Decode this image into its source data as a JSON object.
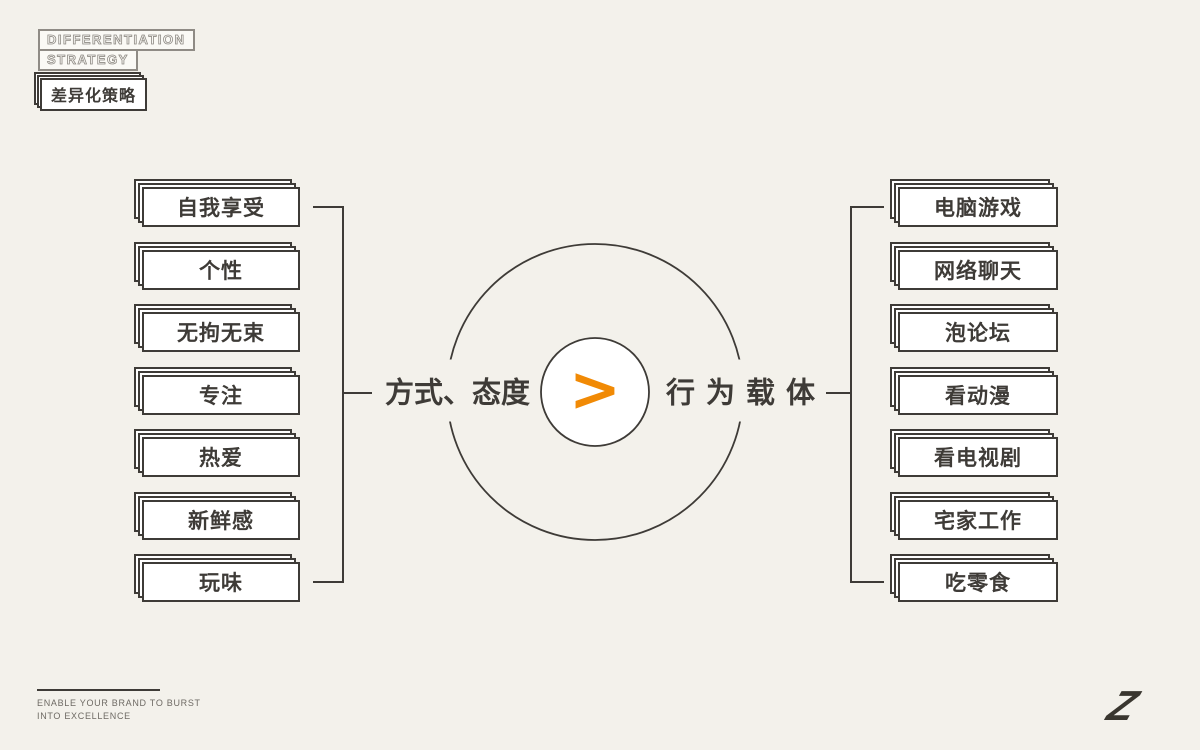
{
  "header": {
    "title_line1": "DIFFERENTIATION",
    "title_line2": "STRATEGY",
    "subtitle": "差异化策略"
  },
  "diagram": {
    "left_label": "方式、态度",
    "right_label": "行为载体",
    "center_symbol": ">",
    "left_items": [
      "自我享受",
      "个性",
      "无拘无束",
      "专注",
      "热爱",
      "新鲜感",
      "玩味"
    ],
    "right_items": [
      "电脑游戏",
      "网络聊天",
      "泡论坛",
      "看动漫",
      "看电视剧",
      "宅家工作",
      "吃零食"
    ],
    "accent_color": "#F18A05",
    "line_color": "#3E3B37",
    "card_background": "#FFFFFF",
    "page_background": "#F3F1EB"
  },
  "footer": {
    "tagline_line1": "ENABLE YOUR BRAND TO BURST",
    "tagline_line2": "INTO EXCELLENCE",
    "logo": "Z"
  }
}
